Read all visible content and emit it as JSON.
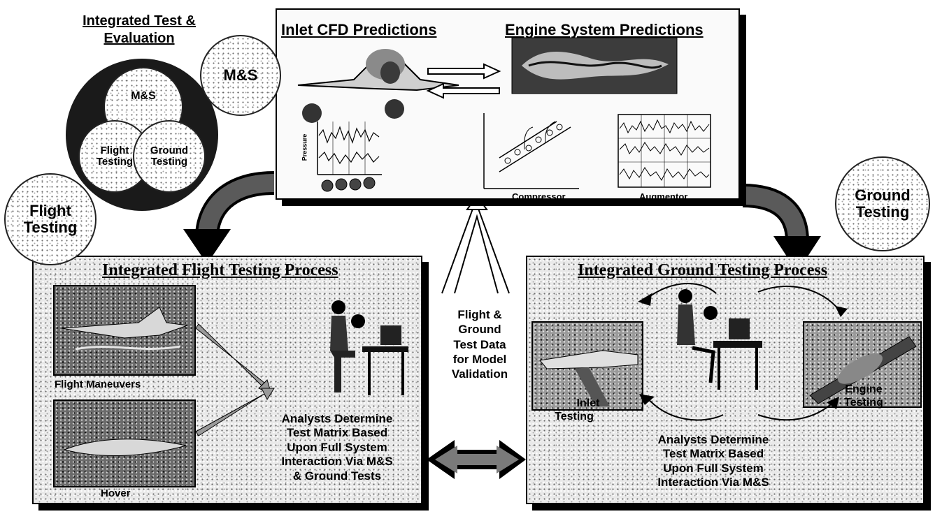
{
  "venn": {
    "title_line1": "Integrated Test &",
    "title_line2": "Evaluation",
    "center": "M&S",
    "left_line1": "Flight",
    "left_line2": "Testing",
    "right_line1": "Ground",
    "right_line2": "Testing"
  },
  "top_panel": {
    "ms_badge": "M&S",
    "inlet_title": "Inlet CFD Predictions",
    "engine_title": "Engine System Predictions",
    "compressor_label": "Compressor",
    "augmentor_label": "Augmentor",
    "pressure_axis": "Pressure"
  },
  "left_panel": {
    "badge_line1": "Flight",
    "badge_line2": "Testing",
    "title": "Integrated Flight Testing Process",
    "maneuvers_label": "Flight Maneuvers",
    "hover_label": "Hover",
    "analysts_lines": [
      "Analysts Determine",
      "Test Matrix Based",
      "Upon Full System",
      "Interaction Via M&S",
      "& Ground Tests"
    ]
  },
  "center_note": {
    "lines": [
      "Flight &",
      "Ground",
      "Test Data",
      "for Model",
      "Validation"
    ]
  },
  "right_panel": {
    "badge_line1": "Ground",
    "badge_line2": "Testing",
    "title": "Integrated Ground Testing Process",
    "inlet_line1": "Inlet",
    "inlet_line2": "Testing",
    "engine_line1": "Engine",
    "engine_line2": "Testing",
    "analysts_lines": [
      "Analysts Determine",
      "Test Matrix Based",
      "Upon Full System",
      "Interaction Via M&S"
    ]
  },
  "colors": {
    "ink": "#000000",
    "panel_bg": "#e9e9e9",
    "shadow": "#000000"
  }
}
